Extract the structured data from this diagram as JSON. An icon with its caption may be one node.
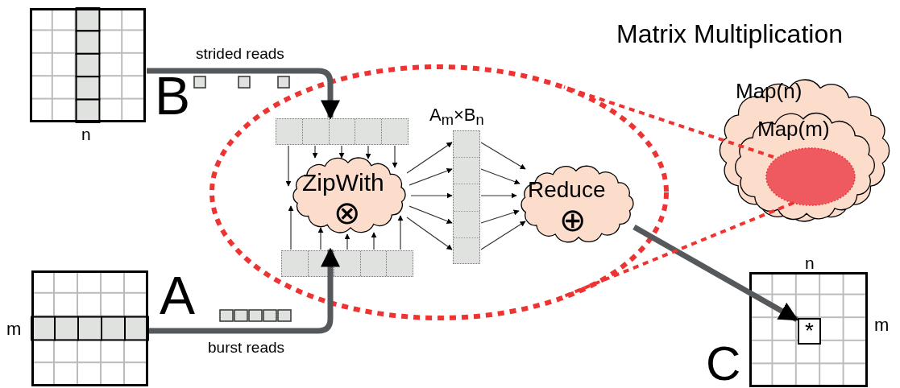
{
  "diagram": {
    "title": "Matrix Multiplication",
    "nodes": [
      {
        "text": [
          "B"
        ],
        "beside": [
          "n"
        ]
      },
      {
        "text": [
          "A"
        ],
        "beside": [
          "m"
        ]
      },
      {
        "text": [],
        "shape": "ellipse"
      },
      {
        "text": [],
        "shape": "bar",
        "in": 2
      },
      {
        "text": [],
        "shape": "bar",
        "in": 2
      },
      {
        "text": [
          "ZipWith",
          "⊗"
        ],
        "in": 2
      },
      {
        "text": [
          "A$_{m}$×B$_{n}$"
        ],
        "in": 2
      },
      {
        "text": [
          "Reduce",
          "⊕"
        ],
        "in": 2
      },
      {
        "text": [
          "Map(n)"
        ]
      },
      {
        "text": [
          "Map(m)"
        ],
        "in": 8
      },
      {
        "text": [],
        "shape": "ellipse",
        "in": 9
      },
      {
        "text": [
          "C"
        ],
        "beside": [
          "n",
          "m"
        ]
      },
      {
        "text": [
          "*"
        ],
        "in": 11
      }
    ],
    "edges": [
      {
        "from": 0,
        "to": 3,
        "arrow": "to",
        "label": "strided reads",
        "style": "thick",
        "color": "#55595b"
      },
      {
        "from": 1,
        "to": 4,
        "arrow": "to",
        "label": "burst reads",
        "style": "thick",
        "color": "#55595b"
      },
      {
        "from": 3,
        "to": 5,
        "arrow": "to"
      },
      {
        "from": 3,
        "to": 5,
        "arrow": "to"
      },
      {
        "from": 3,
        "to": 5,
        "arrow": "to"
      },
      {
        "from": 3,
        "to": 5,
        "arrow": "to"
      },
      {
        "from": 3,
        "to": 5,
        "arrow": "to"
      },
      {
        "from": 4,
        "to": 5,
        "arrow": "to"
      },
      {
        "from": 4,
        "to": 5,
        "arrow": "to"
      },
      {
        "from": 4,
        "to": 5,
        "arrow": "to"
      },
      {
        "from": 4,
        "to": 5,
        "arrow": "to"
      },
      {
        "from": 4,
        "to": 5,
        "arrow": "to"
      },
      {
        "from": 5,
        "to": 6,
        "arrow": "to"
      },
      {
        "from": 5,
        "to": 6,
        "arrow": "to"
      },
      {
        "from": 5,
        "to": 6,
        "arrow": "to"
      },
      {
        "from": 5,
        "to": 6,
        "arrow": "to"
      },
      {
        "from": 5,
        "to": 6,
        "arrow": "to"
      },
      {
        "from": 6,
        "to": 7,
        "arrow": "to"
      },
      {
        "from": 6,
        "to": 7,
        "arrow": "to"
      },
      {
        "from": 6,
        "to": 7,
        "arrow": "to"
      },
      {
        "from": 6,
        "to": 7,
        "arrow": "to"
      },
      {
        "from": 6,
        "to": 7,
        "arrow": "to"
      },
      {
        "from": 7,
        "to": 12,
        "arrow": "to",
        "style": "thick",
        "color": "#55595b"
      },
      {
        "from": 10,
        "to": 2,
        "arrow": "none",
        "style": "dashed",
        "color": "#ee3333"
      },
      {
        "from": 10,
        "to": 2,
        "arrow": "none",
        "style": "dashed",
        "color": "#ee3333"
      }
    ]
  }
}
